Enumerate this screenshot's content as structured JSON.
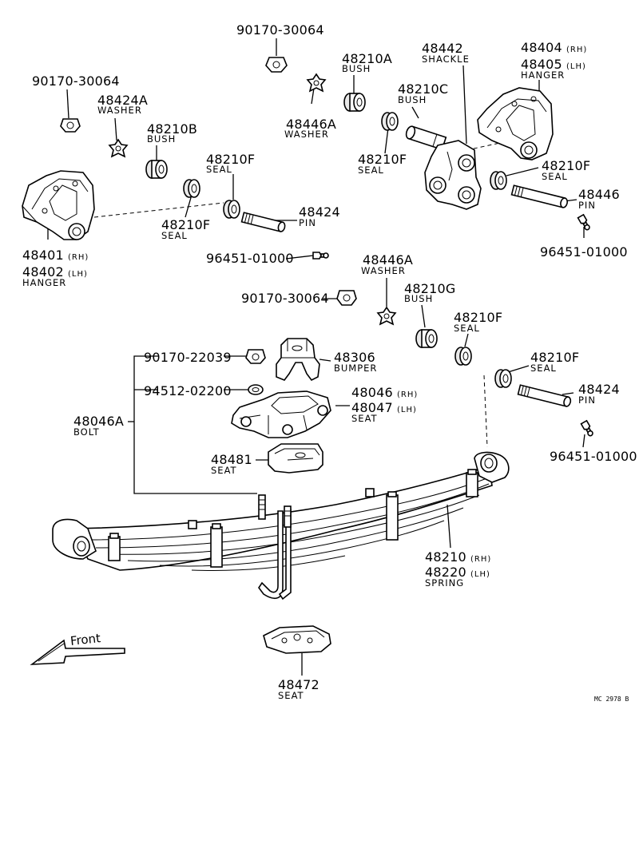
{
  "parts": {
    "nut_top": {
      "number": "90170-30064"
    },
    "nut_left": {
      "number": "90170-30064"
    },
    "nut_mid": {
      "number": "90170-30064"
    },
    "washer_left": {
      "number": "48424A",
      "name": "WASHER"
    },
    "washer_top": {
      "number": "48446A",
      "name": "WASHER"
    },
    "washer_mid": {
      "number": "48446A",
      "name": "WASHER"
    },
    "bush_left": {
      "number": "48210B",
      "name": "BUSH"
    },
    "bush_top": {
      "number": "48210A",
      "name": "BUSH"
    },
    "bush_shackle": {
      "number": "48210C",
      "name": "BUSH"
    },
    "bush_mid": {
      "number": "48210G",
      "name": "BUSH"
    },
    "shackle": {
      "number": "48442",
      "name": "SHACKLE"
    },
    "hanger_rear": {
      "number_rh": "48404",
      "side_rh": "(RH)",
      "number_lh": "48405",
      "side_lh": "(LH)",
      "name": "HANGER"
    },
    "hanger_front": {
      "number_rh": "48401",
      "side_rh": "(RH)",
      "number_lh": "48402",
      "side_lh": "(LH)",
      "name": "HANGER"
    },
    "seal_upper_left": {
      "number": "48210F",
      "name": "SEAL"
    },
    "seal_lower_left": {
      "number": "48210F",
      "name": "SEAL"
    },
    "seal_shackle_left": {
      "number": "48210F",
      "name": "SEAL"
    },
    "seal_shackle_right": {
      "number": "48210F",
      "name": "SEAL"
    },
    "seal_mid": {
      "number": "48210F",
      "name": "SEAL"
    },
    "seal_lower_right": {
      "number": "48210F",
      "name": "SEAL"
    },
    "pin_left": {
      "number": "48424",
      "name": "PIN"
    },
    "pin_right_upper": {
      "number": "48446",
      "name": "PIN"
    },
    "pin_right_lower": {
      "number": "48424",
      "name": "PIN"
    },
    "fitting_left": {
      "number": "96451-01000"
    },
    "fitting_right_upper": {
      "number": "96451-01000"
    },
    "fitting_right_lower": {
      "number": "96451-01000"
    },
    "nut_ubolt": {
      "number": "90170-22039"
    },
    "washer_ubolt": {
      "number": "94512-02200"
    },
    "bumper": {
      "number": "48306",
      "name": "BUMPER"
    },
    "seat_upper": {
      "number_rh": "48046",
      "side_rh": "(RH)",
      "number_lh": "48047",
      "side_lh": "(LH)",
      "name": "SEAT"
    },
    "bolt": {
      "number": "48046A",
      "name": "BOLT"
    },
    "seat_spacer": {
      "number": "48481",
      "name": "SEAT"
    },
    "spring": {
      "number_rh": "48210",
      "side_rh": "(RH)",
      "number_lh": "48220",
      "side_lh": "(LH)",
      "name": "SPRING"
    },
    "seat_lower": {
      "number": "48472",
      "name": "SEAT"
    }
  },
  "front_arrow": {
    "label": "Front"
  },
  "footer": {
    "code": "MC 2978 B"
  },
  "icons": [
    "nut-icon",
    "star-washer-icon",
    "bush-icon",
    "seal-icon",
    "pin-icon",
    "grease-fitting-icon",
    "hanger-icon",
    "shackle-icon",
    "bumper-icon",
    "spring-seat-icon",
    "leaf-spring-icon",
    "u-bolt-icon",
    "front-arrow-icon"
  ]
}
